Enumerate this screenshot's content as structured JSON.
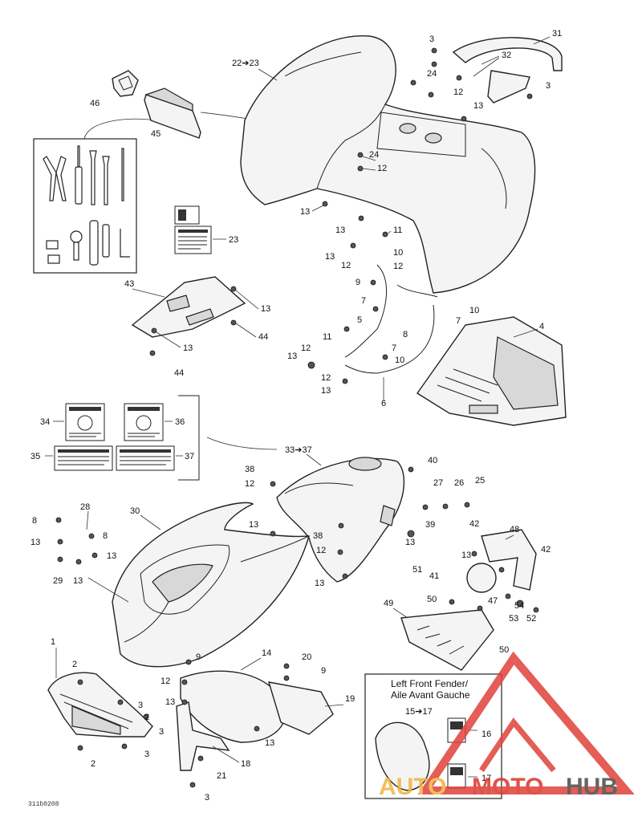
{
  "diagram": {
    "figure_code": "311b0208",
    "inset_title_line1": "Left Front Fender/",
    "inset_title_line2": "Aile Avant Gauche",
    "watermark": {
      "part1": "AUTO",
      "part2": "MOTO",
      "part3": "HUB",
      "colors": {
        "part1": "#f0b43c",
        "part2": "#d9362b",
        "part3": "#4a4a4a",
        "triangle": "#e0413a"
      }
    },
    "labels": {
      "l1": "1",
      "l2a": "2",
      "l2b": "2",
      "l2c": "2",
      "l3a": "3",
      "l3b": "3",
      "l3c": "3",
      "l3d": "3",
      "l3e": "3",
      "l3f": "3",
      "l4": "4",
      "l5": "5",
      "l6": "6",
      "l7a": "7",
      "l7b": "7",
      "l7c": "7",
      "l8a": "8",
      "l8b": "8",
      "l8c": "8",
      "l9a": "9",
      "l9b": "9",
      "l10a": "10",
      "l10b": "10",
      "l10c": "10",
      "l11a": "11",
      "l11b": "11",
      "l12a": "12",
      "l12b": "12",
      "l12c": "12",
      "l12d": "12",
      "l12e": "12",
      "l12f": "12",
      "l12g": "12",
      "l12h": "12",
      "l13a": "13",
      "l13b": "13",
      "l13c": "13",
      "l13d": "13",
      "l13e": "13",
      "l13f": "13",
      "l13g": "13",
      "l13h": "13",
      "l13i": "13",
      "l13j": "13",
      "l13k": "13",
      "l13l": "13",
      "l13m": "13",
      "l13n": "13",
      "l13o": "13",
      "l13p": "13",
      "l13q": "13",
      "l14": "14",
      "l15_17": "15➔17",
      "l16": "16",
      "l17": "17",
      "l18": "18",
      "l19": "19",
      "l20": "20",
      "l21": "21",
      "l22_23": "22➔23",
      "l23": "23",
      "l24a": "24",
      "l24b": "24",
      "l25": "25",
      "l26": "26",
      "l27": "27",
      "l28": "28",
      "l29": "29",
      "l30": "30",
      "l31": "31",
      "l32": "32",
      "l33_37": "33➔37",
      "l34": "34",
      "l35": "35",
      "l36": "36",
      "l37": "37",
      "l38a": "38",
      "l38b": "38",
      "l39": "39",
      "l40": "40",
      "l41": "41",
      "l42a": "42",
      "l42b": "42",
      "l43": "43",
      "l44a": "44",
      "l44b": "44",
      "l45": "45",
      "l46": "46",
      "l47": "47",
      "l48": "48",
      "l49": "49",
      "l50a": "50",
      "l50b": "50",
      "l51": "51",
      "l52": "52",
      "l53": "53",
      "l54": "54"
    }
  }
}
